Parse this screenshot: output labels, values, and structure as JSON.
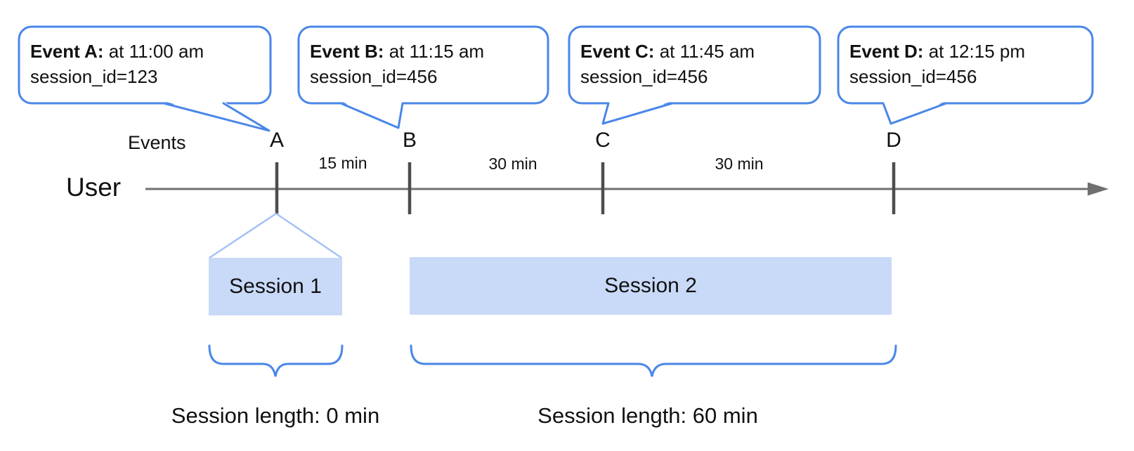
{
  "bubbles": [
    {
      "bold": "Event A:",
      "rest": " at 11:00 am",
      "line2": "session_id=123"
    },
    {
      "bold": "Event B:",
      "rest": " at 11:15 am",
      "line2": "session_id=456"
    },
    {
      "bold": "Event C:",
      "rest": " at 11:45 am",
      "line2": "session_id=456"
    },
    {
      "bold": "Event D:",
      "rest": " at 12:15 pm",
      "line2": "session_id=456"
    }
  ],
  "timeline": {
    "row_label": "Events",
    "axis_label": "User",
    "markers": [
      "A",
      "B",
      "C",
      "D"
    ],
    "intervals": [
      "15 min",
      "30 min",
      "30 min"
    ]
  },
  "sessions": [
    {
      "label": "Session 1",
      "length_label": "Session length: 0 min"
    },
    {
      "label": "Session 2",
      "length_label": "Session length: 60 min"
    }
  ],
  "colors": {
    "callout_border": "#4a86e8",
    "session_fill": "#c9daf8",
    "funnel_line": "#a4c2f4",
    "brace": "#4a86e8",
    "axis_line": "#707070",
    "tick": "#4d4d4d",
    "text": "#111111"
  }
}
